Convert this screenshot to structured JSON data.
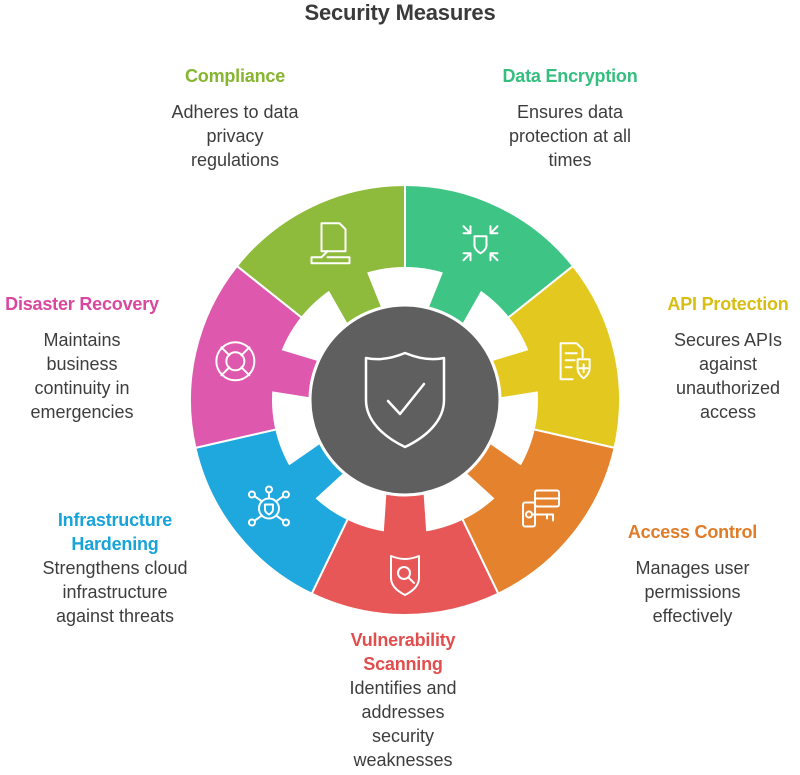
{
  "title": "Security Measures",
  "colors": {
    "center": "#5f5f5f",
    "ring_bg": "#ffffff",
    "icon_stroke": "#ffffff"
  },
  "segments": [
    {
      "title": "Data Encryption",
      "desc": [
        "Ensures data",
        "protection at all",
        "times"
      ],
      "color": "#3ec484",
      "title_color": "#35bf7f",
      "icon": "compress-shield-icon"
    },
    {
      "title": "API Protection",
      "desc": [
        "Secures APIs",
        "against",
        "unauthorized",
        "access"
      ],
      "color": "#e3c91f",
      "title_color": "#d8bd12",
      "icon": "document-shield-icon"
    },
    {
      "title": "Access Control",
      "desc": [
        "Manages user",
        "permissions",
        "effectively"
      ],
      "color": "#e4822e",
      "title_color": "#e07c27",
      "icon": "key-card-icon"
    },
    {
      "title_lines": [
        "Vulnerability",
        "Scanning"
      ],
      "desc": [
        "Identifies and",
        "addresses",
        "security",
        "weaknesses"
      ],
      "color": "#e85757",
      "title_color": "#e24d4d",
      "icon": "shield-search-icon"
    },
    {
      "title_lines": [
        "Infrastructure",
        "Hardening"
      ],
      "desc": [
        "Strengthens cloud",
        "infrastructure",
        "against threats"
      ],
      "color": "#1fa8dd",
      "title_color": "#18a3d9",
      "icon": "network-shield-icon"
    },
    {
      "title": "Disaster Recovery",
      "desc": [
        "Maintains",
        "business",
        "continuity in",
        "emergencies"
      ],
      "color": "#de58ad",
      "title_color": "#d9479f",
      "icon": "lifebuoy-icon"
    },
    {
      "title": "Compliance",
      "desc": [
        "Adheres to data",
        "privacy",
        "regulations"
      ],
      "color": "#8fbb3c",
      "title_color": "#86b52f",
      "icon": "document-sign-icon"
    }
  ],
  "center_icon": "shield-check-icon"
}
